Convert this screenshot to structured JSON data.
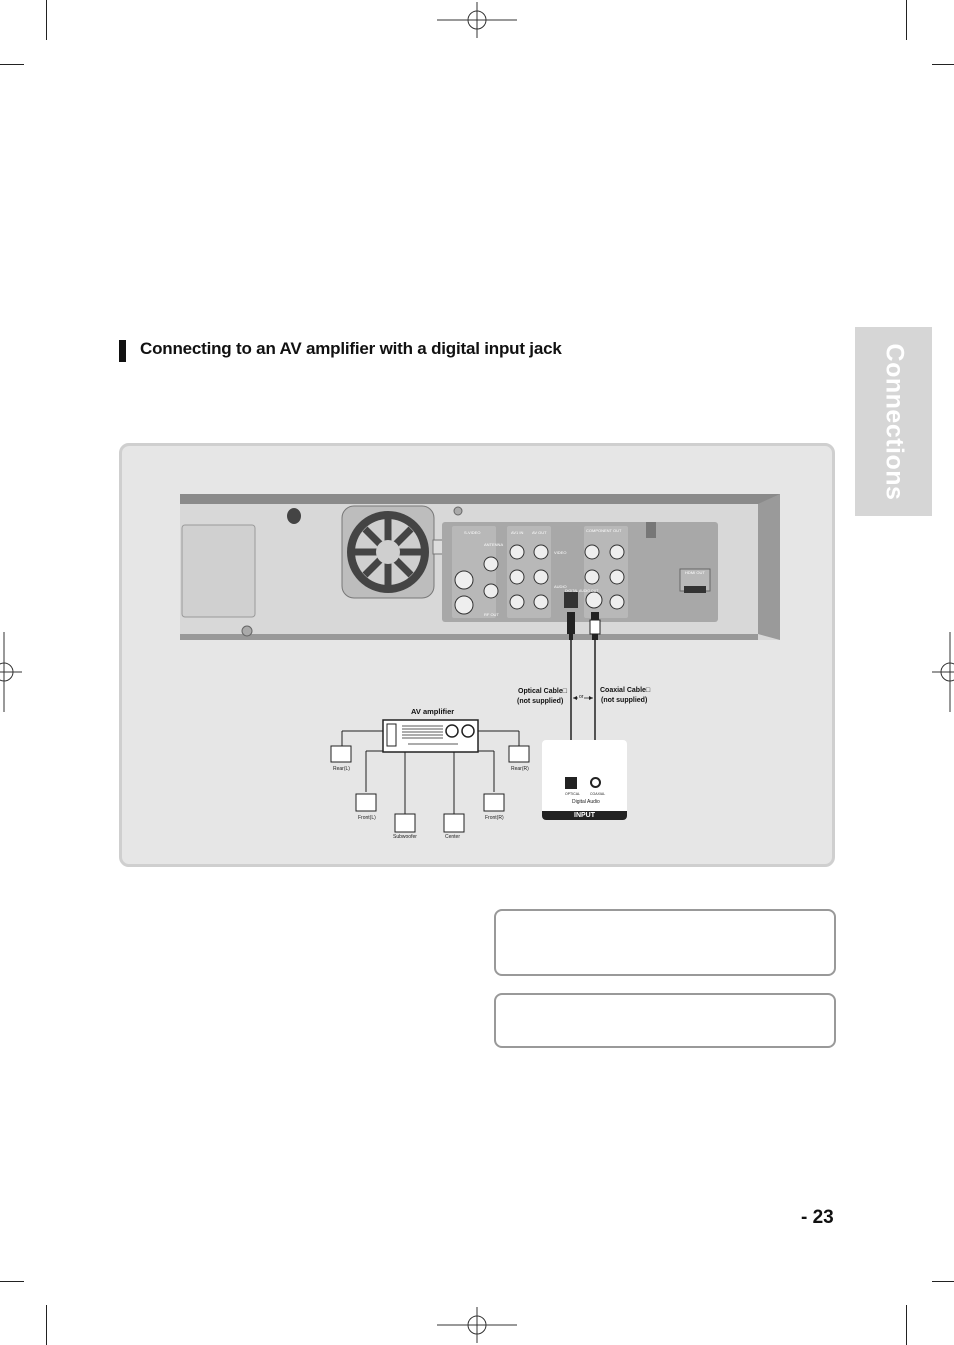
{
  "side_tab": {
    "label": "Connections"
  },
  "section": {
    "heading": "Connecting to an AV amplifier with a digital input jack"
  },
  "diagram": {
    "optical_label": "Optical Cable□",
    "optical_note": "(not supplied)",
    "coaxial_label": "Coaxial Cable□",
    "coaxial_note": "(not supplied)",
    "or_label": "or",
    "amplifier_label": "AV amplifier",
    "speakers": {
      "rear_l": "Rear(L)",
      "rear_r": "Rear(R)",
      "front_l": "Front(L)",
      "front_r": "Front(R)",
      "subwoofer": "Subwoofer",
      "center": "Center"
    },
    "input_box": {
      "optical_port": "OPTICAL",
      "coaxial_port": "COAXIAL",
      "caption": "Digital Audio",
      "bar": "INPUT"
    },
    "back_panel_labels": {
      "svideo": "S-VIDEO",
      "antenna": "ANTENNA",
      "av_in": "AV1 IN",
      "av_out": "AV OUT",
      "component_out": "COMPONENT OUT",
      "hdmi_out": "HDMI OUT",
      "video": "VIDEO",
      "audio": "AUDIO",
      "digital_audio_out": "DIGITAL AUDIO OUT",
      "rf_out": "RF OUT"
    }
  },
  "page": {
    "number": "- 23"
  }
}
